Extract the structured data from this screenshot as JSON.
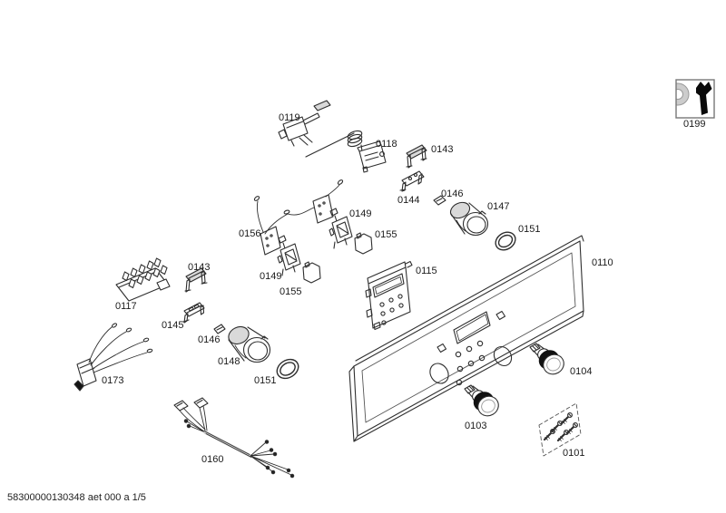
{
  "page": {
    "background": "#ffffff",
    "line_color": "#2e2e2e",
    "footer_code": "58300000130348 aet 000 a 1/5"
  },
  "tool_note": {
    "label": "0199",
    "icon": "wrench",
    "icon_color": "#0a0a0a",
    "dial_color": "#cccccc"
  },
  "labels": {
    "p0119": "0119",
    "p0118": "0118",
    "p0143a": "0143",
    "p0144": "0144",
    "p0146a": "0146",
    "p0147": "0147",
    "p0151a": "0151",
    "p0110": "0110",
    "p0156": "0156",
    "p0149a": "0149",
    "p0155a": "0155",
    "p0115": "0115",
    "p0149b": "0149",
    "p0155b": "0155",
    "p0143b": "0143",
    "p0117": "0117",
    "p0145": "0145",
    "p0146b": "0146",
    "p0148": "0148",
    "p0151b": "0151",
    "p0173": "0173",
    "p0160": "0160",
    "p0103": "0103",
    "p0104": "0104",
    "p0101": "0101"
  }
}
